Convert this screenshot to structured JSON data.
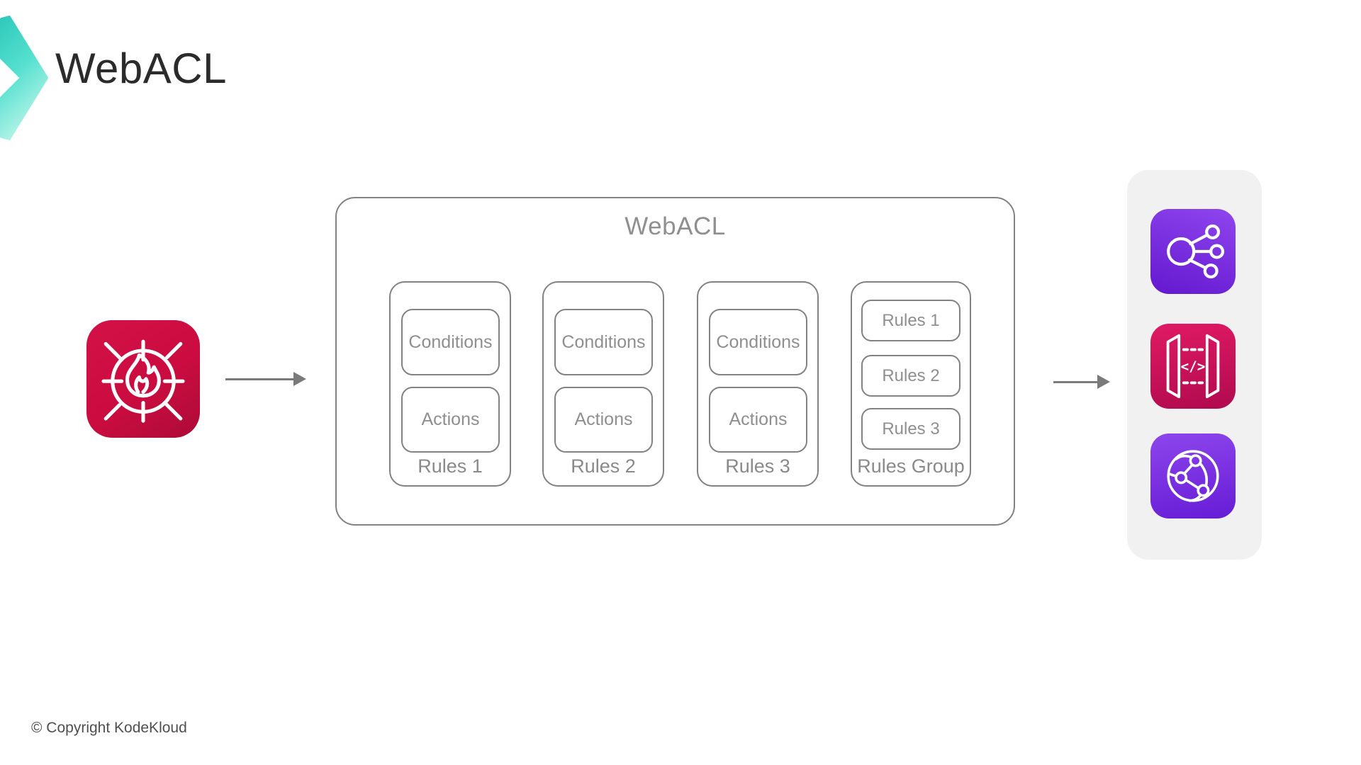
{
  "page": {
    "title": "WebACL",
    "copyright": "© Copyright KodeKloud"
  },
  "webacl": {
    "title": "WebACL",
    "rules": [
      {
        "name": "Rules 1",
        "conditions": "Conditions",
        "actions": "Actions"
      },
      {
        "name": "Rules 2",
        "conditions": "Conditions",
        "actions": "Actions"
      },
      {
        "name": "Rules 3",
        "conditions": "Conditions",
        "actions": "Actions"
      }
    ],
    "rules_group": {
      "name": "Rules Group",
      "items": [
        "Rules 1",
        "Rules 2",
        "Rules 3"
      ]
    }
  },
  "icons": {
    "source": "aws-waf",
    "targets": [
      "elastic-load-balancer",
      "api-gateway",
      "cloudfront"
    ]
  },
  "colors": {
    "brand_teal": "#3bd0c0",
    "waf_red": "#c90d40",
    "target_purple": "#7b2ee0",
    "target_pink": "#cf1259",
    "border_gray": "#828282",
    "label_gray": "#8f8f8f",
    "arrow_gray": "#7a7a7a",
    "panel_gray": "#f1f1f2"
  }
}
